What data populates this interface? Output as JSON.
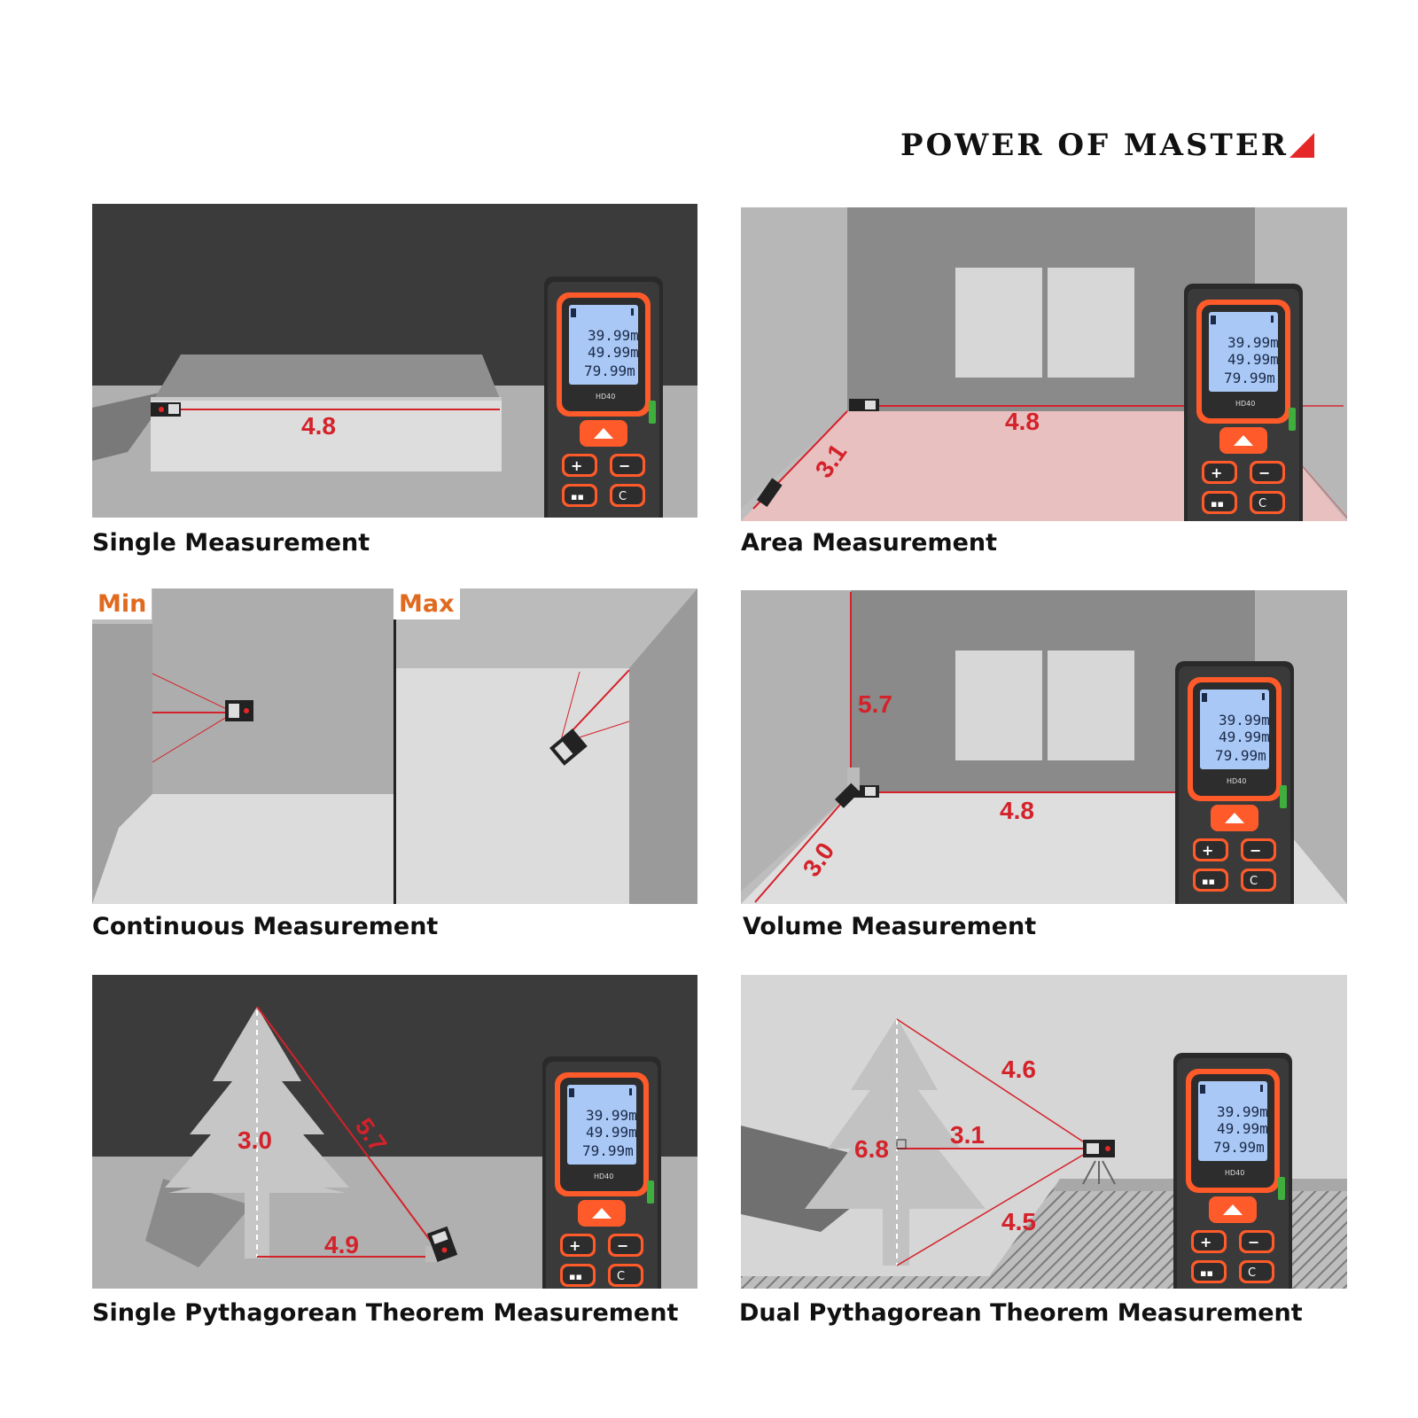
{
  "brand": {
    "title": "POWER OF MASTER",
    "accent_color": "#e62727"
  },
  "device": {
    "readings": [
      "39.99m",
      "49.99m",
      "79.99m"
    ],
    "model": "HD40",
    "button_colors": {
      "body": "#2b2b2b",
      "trim": "#ff5a2a",
      "screen": "#a9c8f5"
    }
  },
  "panels": {
    "single": {
      "caption": "Single Measurement",
      "length": "4.8"
    },
    "area": {
      "caption": "Area Measurement",
      "length": "4.8",
      "width": "3.1"
    },
    "continuous": {
      "caption": "Continuous Measurement",
      "min_label": "Min",
      "max_label": "Max"
    },
    "volume": {
      "caption": "Volume Measurement",
      "height": "5.7",
      "length": "4.8",
      "width": "3.0"
    },
    "single_pyth": {
      "caption": "Single Pythagorean Theorem Measurement",
      "height": "3.0",
      "hypotenuse": "5.7",
      "base": "4.9"
    },
    "dual_pyth": {
      "caption": "Dual Pythagorean Theorem Measurement",
      "upper": "4.6",
      "middle": "3.1",
      "total_height": "6.8",
      "lower": "4.5"
    }
  }
}
